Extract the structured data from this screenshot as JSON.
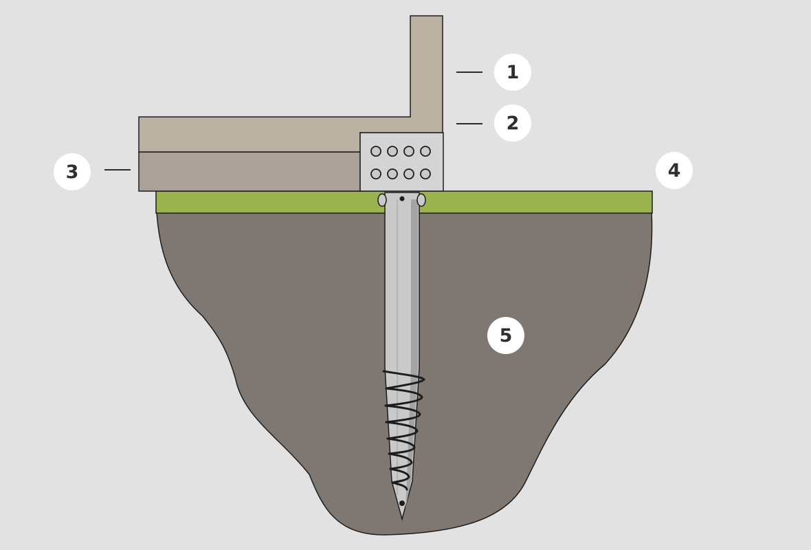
{
  "colors": {
    "background": "#e2e2e2",
    "wall_post": "#bbb2a3",
    "beam": "#bab1a2",
    "sill_plate": "#aaa19b",
    "grass": "#9ab34e",
    "soil": "#7f7872",
    "steel": "#c9c9c9",
    "steel_shadow": "#a4a4a4",
    "outline": "#1c1c1c",
    "badge": "#ffffff",
    "badge_text": "#2e2e2e"
  },
  "callouts": [
    {
      "number": "1",
      "part": "wall-post"
    },
    {
      "number": "2",
      "part": "beam"
    },
    {
      "number": "3",
      "part": "sill-plate"
    },
    {
      "number": "4",
      "part": "grass-layer"
    },
    {
      "number": "5",
      "part": "soil"
    }
  ]
}
